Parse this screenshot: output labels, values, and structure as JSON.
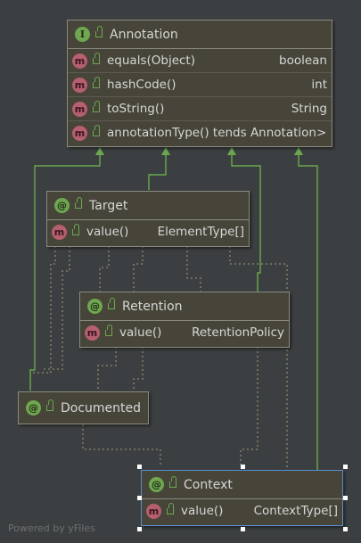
{
  "annotation": {
    "kind_icon": "I",
    "title": "Annotation",
    "methods": [
      {
        "icon": "m",
        "name": "equals(Object)",
        "type": "boolean"
      },
      {
        "icon": "m",
        "name": "hashCode()",
        "type": "int"
      },
      {
        "icon": "m",
        "name": "toString()",
        "type": "String"
      },
      {
        "icon": "m",
        "name": "annotationType() tends Annotation>",
        "type": ""
      }
    ]
  },
  "target": {
    "kind_icon": "@",
    "title": "Target",
    "methods": [
      {
        "icon": "m",
        "name": "value()",
        "type": "ElementType[]"
      }
    ]
  },
  "retention": {
    "kind_icon": "@",
    "title": "Retention",
    "methods": [
      {
        "icon": "m",
        "name": "value()",
        "type": "RetentionPolicy"
      }
    ]
  },
  "documented": {
    "kind_icon": "@",
    "title": "Documented"
  },
  "context": {
    "kind_icon": "@",
    "title": "Context",
    "methods": [
      {
        "icon": "m",
        "name": "value()",
        "type": "ContextType[]"
      }
    ]
  },
  "footer": "Powered by yFiles",
  "colors": {
    "background": "#3c3f41",
    "node_fill": "#474539",
    "implements_edge": "#6aa84f",
    "annotated_edge": "#8c8a6e",
    "selection": "#5a8fd0"
  }
}
